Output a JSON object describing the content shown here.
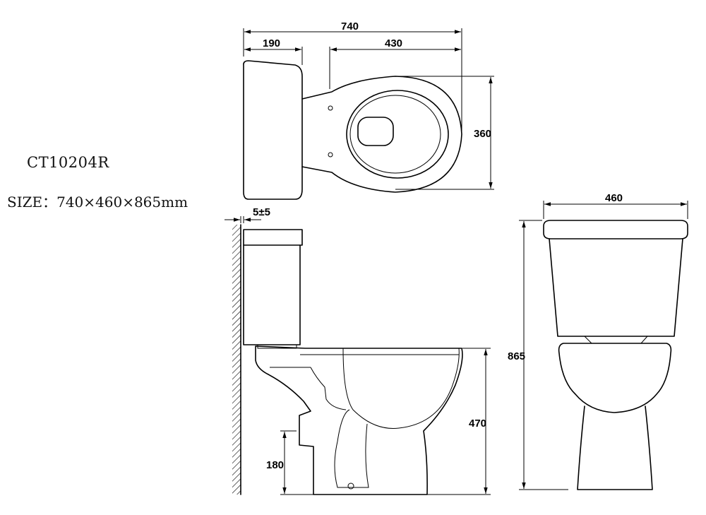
{
  "product": {
    "model": "CT10204R",
    "size_text": "SIZE：740×460×865mm"
  },
  "dimensions": {
    "top_overall_length": "740",
    "top_tank_depth": "190",
    "top_bowl_length": "430",
    "top_bowl_width": "360",
    "side_wall_gap": "5±5",
    "side_seat_height": "470",
    "side_outlet_height": "180",
    "front_width": "460",
    "front_total_height": "865"
  }
}
